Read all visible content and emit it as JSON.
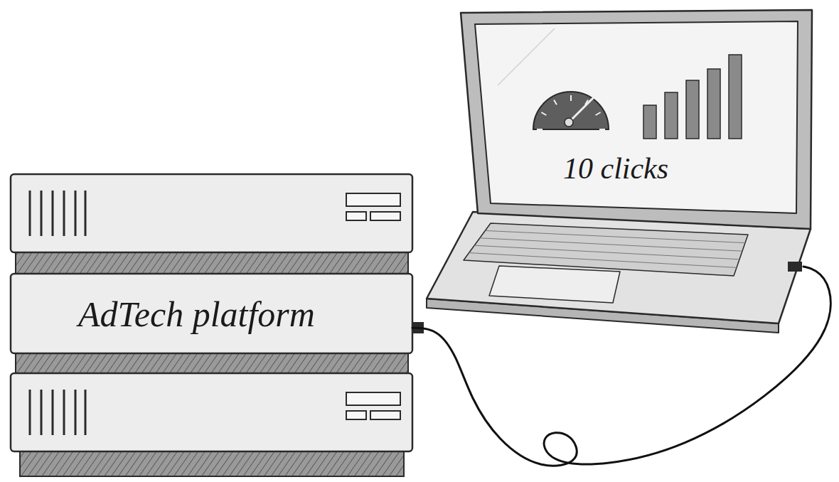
{
  "diagram": {
    "nodes": [
      {
        "text": [
          "AdTech platform"
        ]
      },
      {
        "text": [
          "10 clicks"
        ]
      }
    ],
    "edges": [
      {
        "from": 0,
        "to": 1,
        "arrow": "none"
      }
    ]
  }
}
